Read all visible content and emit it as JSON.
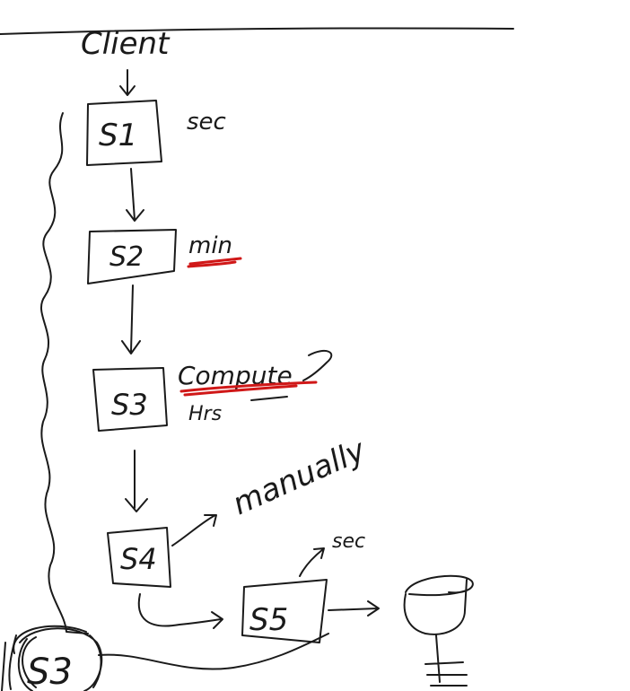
{
  "title": "Client",
  "nodes": [
    {
      "id": "s1",
      "label": "S1",
      "note": "sec"
    },
    {
      "id": "s2",
      "label": "S2",
      "note": "min"
    },
    {
      "id": "s3",
      "label": "S3",
      "note": "Compute",
      "note2": "Hrs"
    },
    {
      "id": "s4",
      "label": "S4",
      "note": "manually"
    },
    {
      "id": "s5",
      "label": "S5",
      "note": "sec"
    }
  ],
  "storage_label": "S3",
  "colors": {
    "ink": "#1a1a1a",
    "highlight": "#d01818",
    "background": "#ffffff"
  }
}
